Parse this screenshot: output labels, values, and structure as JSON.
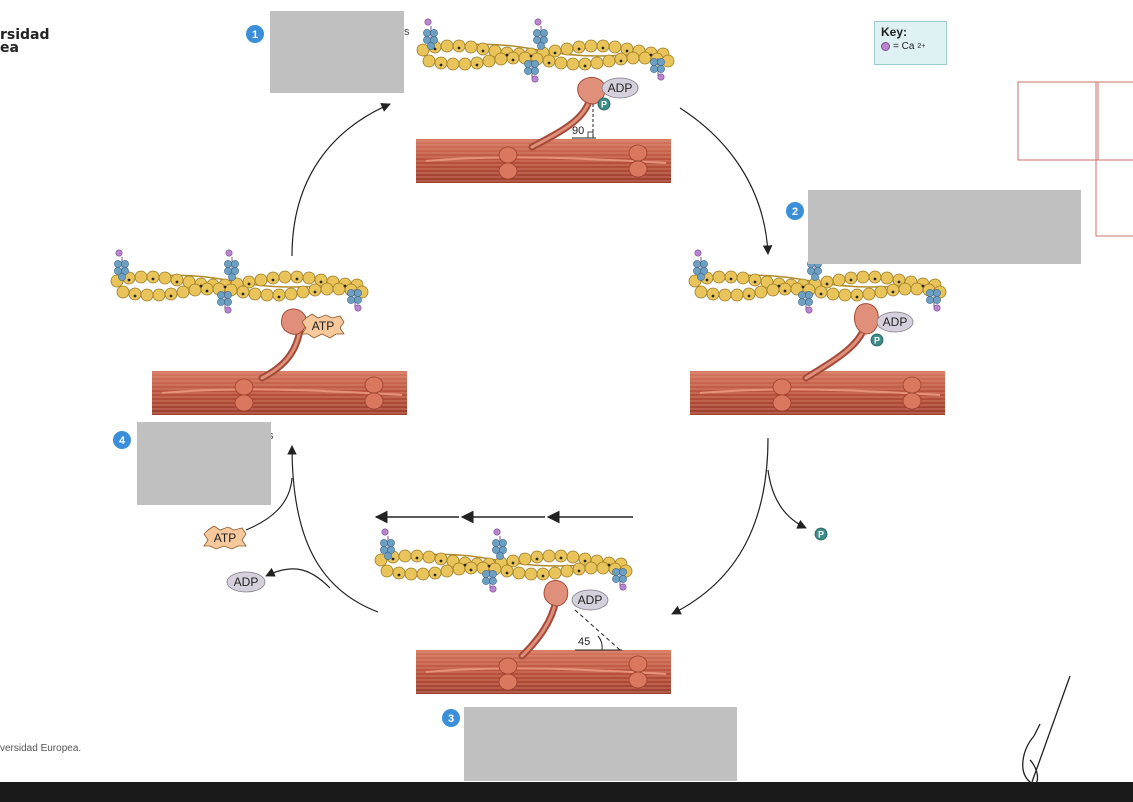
{
  "logo": {
    "line1": "rsidad",
    "line2": "ea"
  },
  "copyright": "versidad Europea.",
  "key": {
    "title": "Key:",
    "entry": "= Ca",
    "sup": "2+"
  },
  "steps": [
    "1",
    "2",
    "3",
    "4"
  ],
  "stray_letters": [
    "s",
    "s"
  ],
  "labels": {
    "adp": "ADP",
    "atp": "ATP",
    "p": "P",
    "angle_90": "90",
    "angle_45": "45"
  },
  "colors": {
    "actin": "#e8c45a",
    "myosin": "#c8604a",
    "adp": "#d6d0dc",
    "atp": "#f6c89b",
    "phosphate": "#3d8c88",
    "step": "#3b8fd8",
    "calcium": "#b985cf",
    "troponin": "#6d9fc2"
  }
}
